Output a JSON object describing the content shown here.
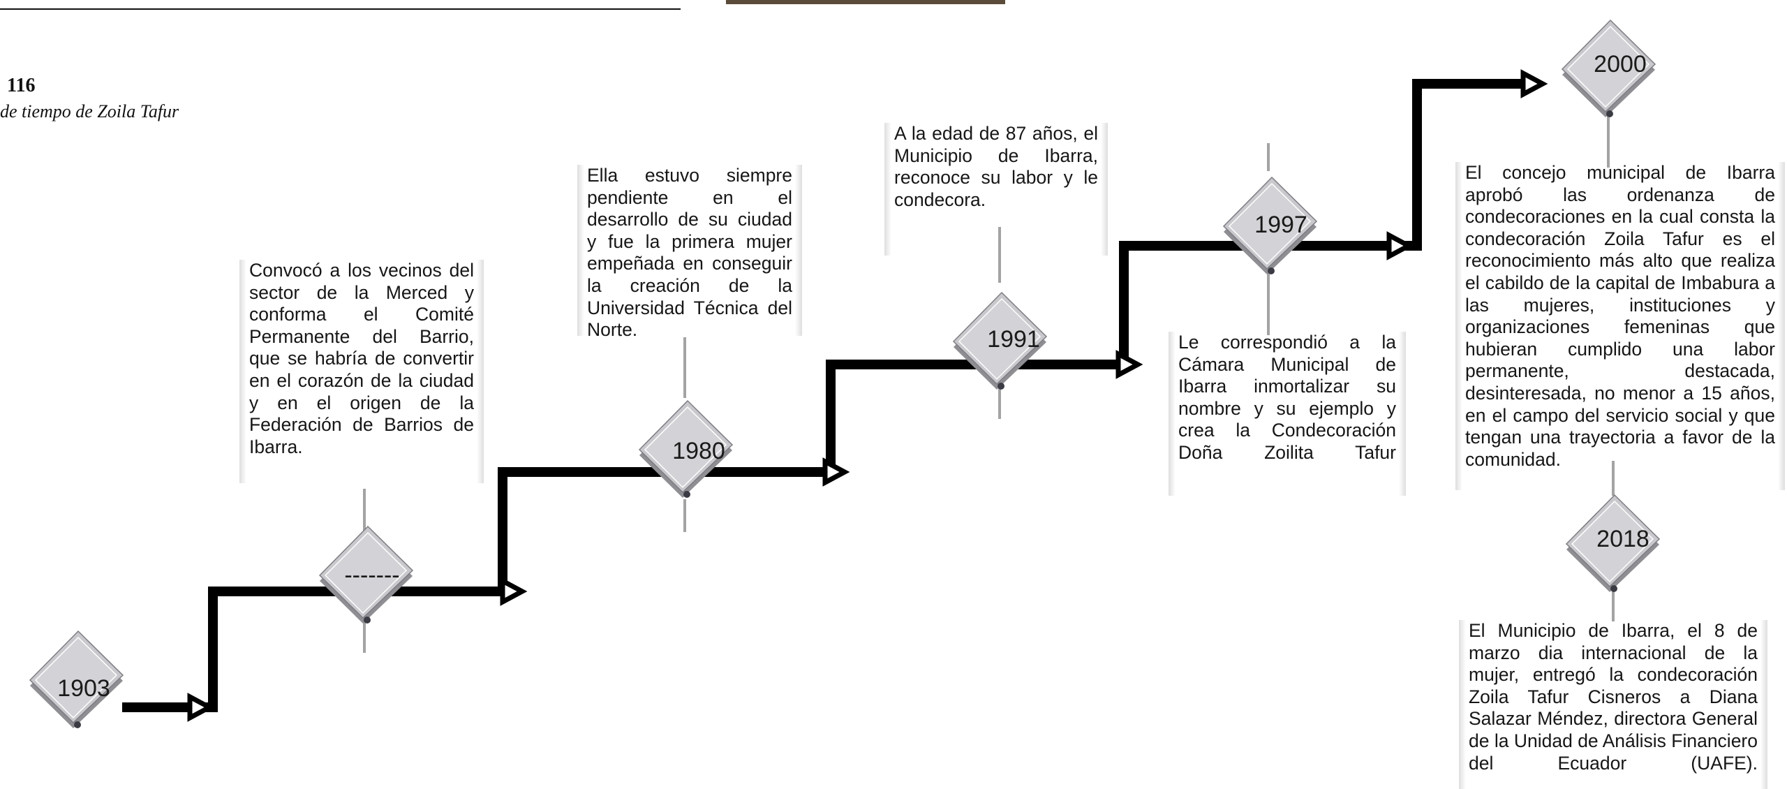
{
  "figure": {
    "number": "116",
    "caption": "de tiempo de Zoila Tafur"
  },
  "events": [
    {
      "year": "1903",
      "text": ""
    },
    {
      "year": "-------",
      "text": "Convocó a los vecinos del sector de la Merced y conforma el Comité Permanente del Barrio, que se habría de convertir en el corazón de la ciudad y en el origen de la Federación de Barrios de Ibarra."
    },
    {
      "year": "1980",
      "text": "Ella estuvo siempre pendiente en el desarrollo de su ciudad y fue la primera mujer empeñada en conseguir la creación de la Universidad Técnica del Norte."
    },
    {
      "year": "1991",
      "text": "A la edad de 87 años, el Municipio de Ibarra, reconoce su labor y le condecora."
    },
    {
      "year": "1997",
      "text": "Le correspondió a la Cámara Municipal de Ibarra inmortalizar su nombre y su ejemplo y crea la Condecoración Doña Zoilita Tafur"
    },
    {
      "year": "2000",
      "text": "El concejo municipal de Ibarra aprobó las ordenanza de condecoraciones en la cual consta la condecoración Zoila Tafur es el reconocimiento más alto que realiza el cabildo de la capital de Imbabura a las mujeres, instituciones y organizaciones femeninas que hubieran cumplido una labor permanente, destacada, desinteresada, no menor a 15 años, en el campo del servicio social y que tengan una trayectoria a favor de la comunidad."
    },
    {
      "year": "2018",
      "text": "El Municipio de Ibarra, el 8 de marzo dia internacional de la mujer, entregó la condecoración Zoila Tafur Cisneros a Diana Salazar Méndez, directora General de la Unidad de Análisis Financiero del Ecuador (UAFE)."
    }
  ],
  "colors": {
    "path": "#000000",
    "node_face": "#c9c8cc",
    "node_side": "#8f8e93",
    "connector": "#a3a3a3"
  }
}
